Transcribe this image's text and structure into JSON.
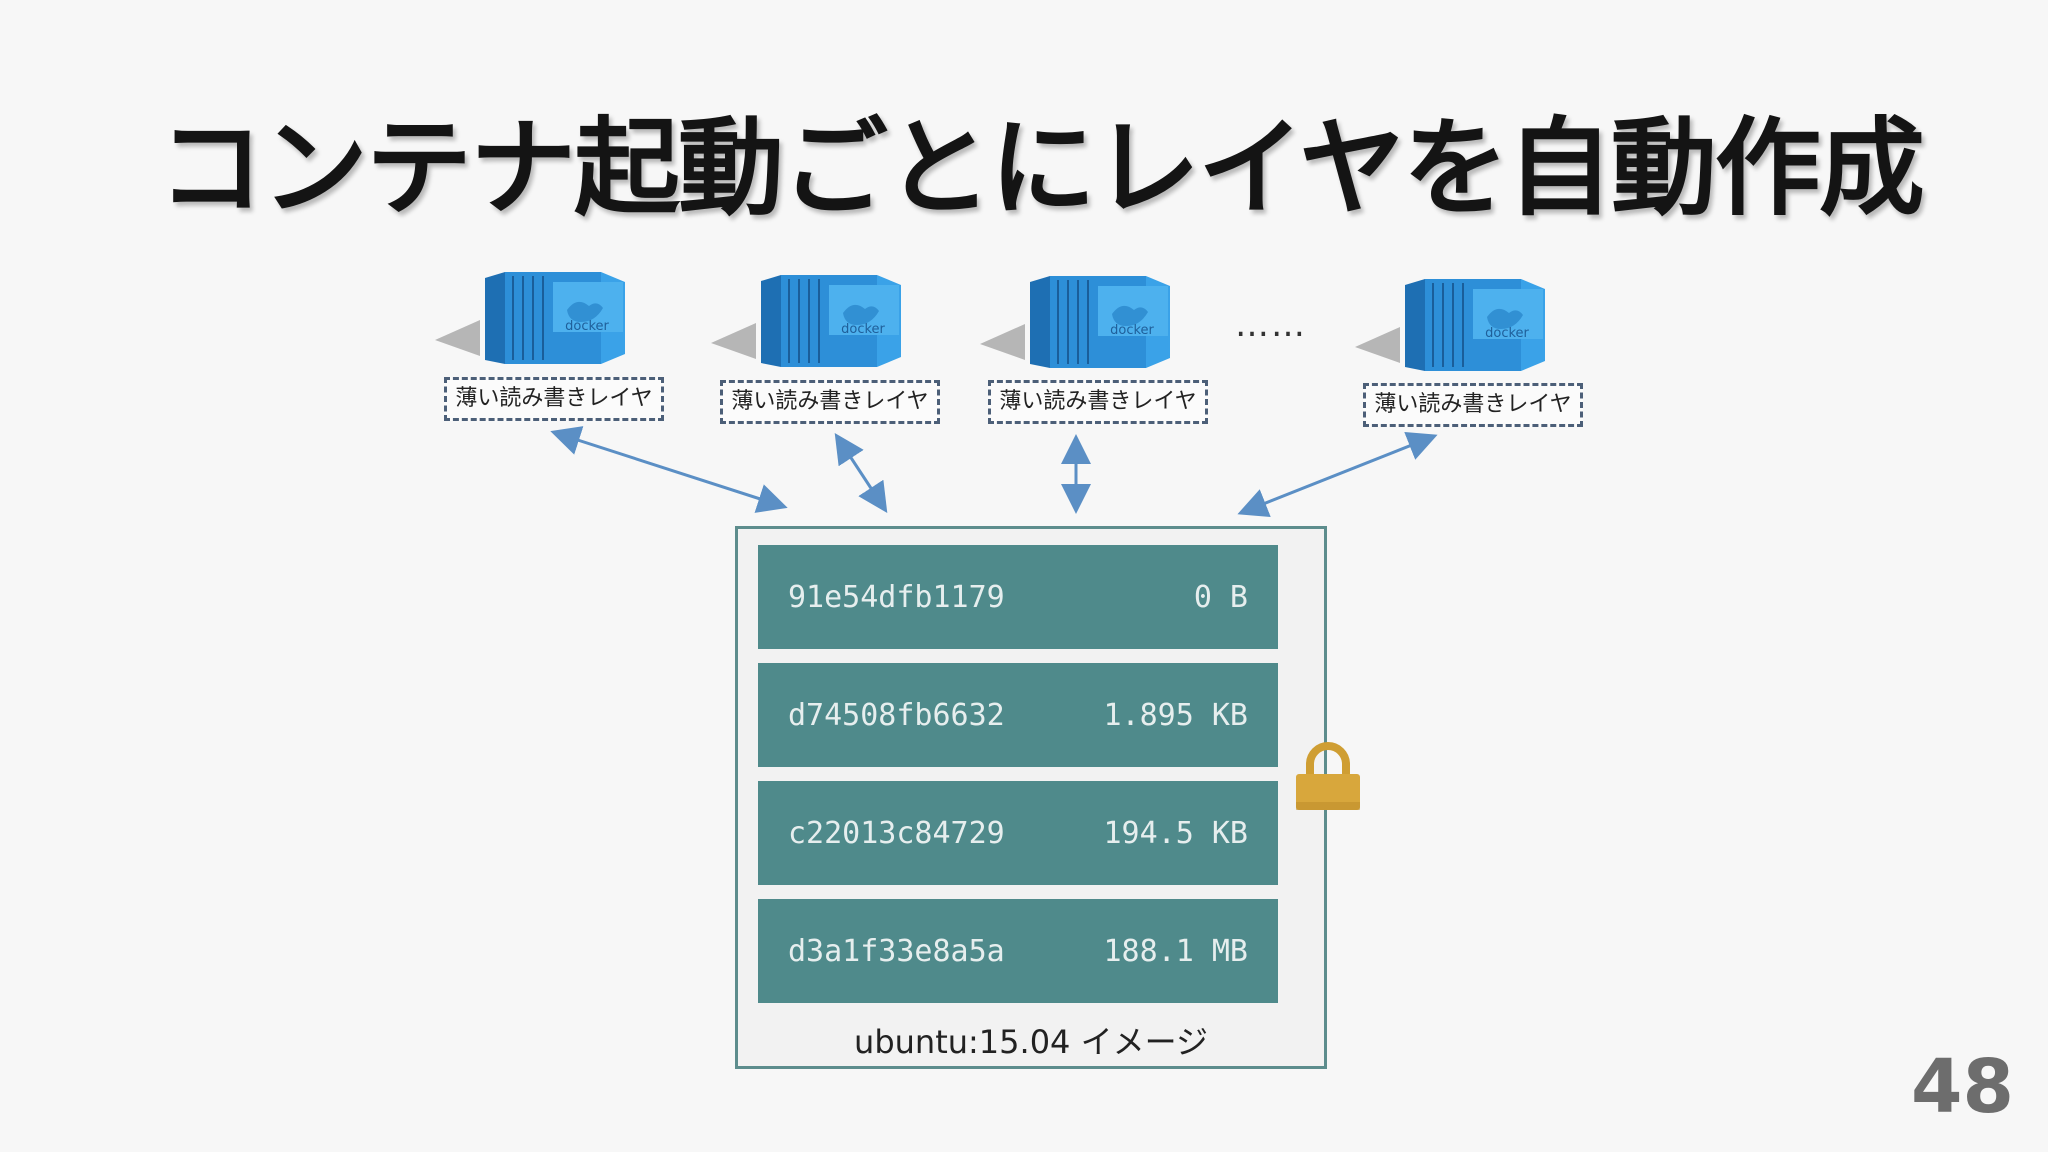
{
  "title": "コンテナ起動ごとにレイヤを自動作成",
  "container_logo_text": "docker",
  "container_icon": "docker-container-icon",
  "ellipsis": "……",
  "rw_layer_label": "薄い読み書きレイヤ",
  "image": {
    "label": "ubuntu:15.04 イメージ",
    "layers": [
      {
        "id": "91e54dfb1179",
        "size": "0 B"
      },
      {
        "id": "d74508fb6632",
        "size": "1.895 KB"
      },
      {
        "id": "c22013c84729",
        "size": "194.5 KB"
      },
      {
        "id": "d3a1f33e8a5a",
        "size": "188.1 MB"
      }
    ]
  },
  "lock_icon": "padlock-icon",
  "page_number": "48",
  "colors": {
    "container_blue": "#2d8fd8",
    "layer_teal": "#4f8a8b",
    "arrow_blue": "#5b8fc5",
    "lock_gold": "#d8a73c"
  }
}
